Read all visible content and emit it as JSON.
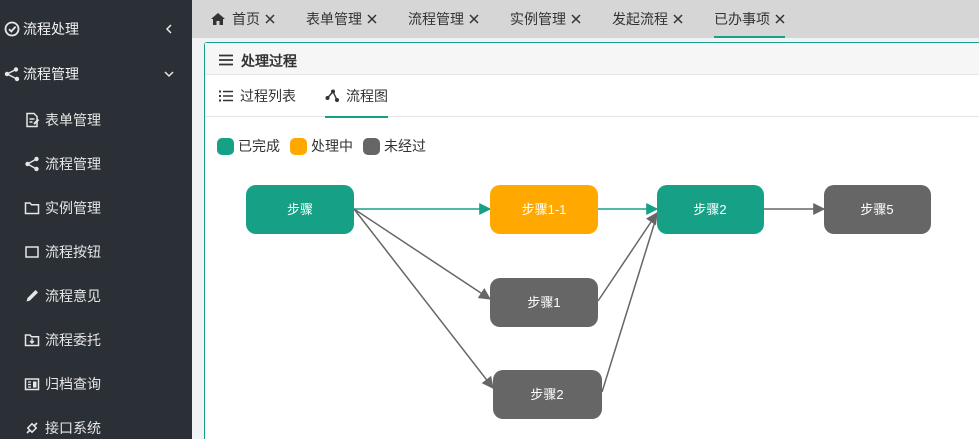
{
  "sidebar": {
    "group_process": {
      "label": "流程处理"
    },
    "group_manage": {
      "label": "流程管理"
    },
    "items": [
      {
        "label": "表单管理"
      },
      {
        "label": "流程管理"
      },
      {
        "label": "实例管理"
      },
      {
        "label": "流程按钮"
      },
      {
        "label": "流程意见"
      },
      {
        "label": "流程委托"
      },
      {
        "label": "归档查询"
      },
      {
        "label": "接口系统"
      }
    ]
  },
  "tabs": [
    {
      "label": "首页",
      "icon": "home-icon"
    },
    {
      "label": "表单管理"
    },
    {
      "label": "流程管理"
    },
    {
      "label": "实例管理"
    },
    {
      "label": "发起流程"
    },
    {
      "label": "已办事项",
      "active": true
    }
  ],
  "panel": {
    "title": "处理过程",
    "subtabs": [
      {
        "label": "过程列表",
        "icon": "list-icon"
      },
      {
        "label": "流程图",
        "icon": "share-icon",
        "active": true
      }
    ]
  },
  "legend": [
    {
      "label": "已完成",
      "color": "#16a085"
    },
    {
      "label": "处理中",
      "color": "#ffa800"
    },
    {
      "label": "未经过",
      "color": "#666666"
    }
  ],
  "flow": {
    "nodes": [
      {
        "id": "n1",
        "label": "步骤",
        "status": "done"
      },
      {
        "id": "n2",
        "label": "步骤1-1",
        "status": "processing"
      },
      {
        "id": "n3",
        "label": "步骤2",
        "status": "done"
      },
      {
        "id": "n4",
        "label": "步骤5",
        "status": "pending"
      },
      {
        "id": "n5",
        "label": "步骤1",
        "status": "pending"
      },
      {
        "id": "n6",
        "label": "步骤2",
        "status": "pending"
      }
    ]
  },
  "colors": {
    "done": "#16a085",
    "processing": "#ffa800",
    "pending": "#666666",
    "sidebar": "#2b3036"
  }
}
